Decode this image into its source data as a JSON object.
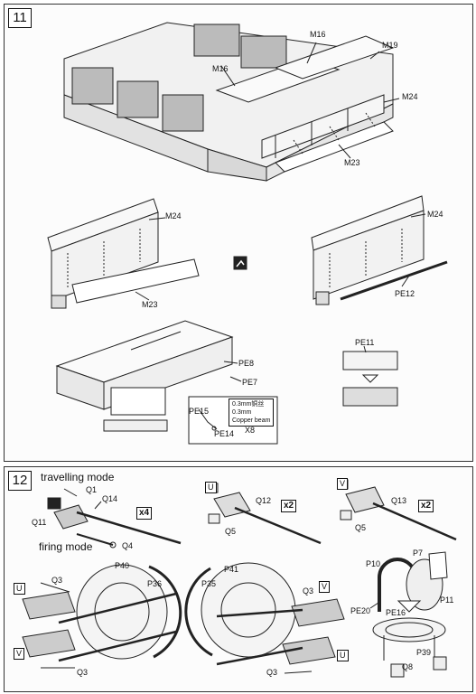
{
  "step11": {
    "number": "11",
    "labels": {
      "m16_top": "M16",
      "m16_mid": "M16",
      "m19": "M19",
      "m24_a": "M24",
      "m23_a": "M23",
      "m24_b": "M24",
      "m23_b": "M23",
      "m24_c": "M24",
      "pe12": "PE12",
      "pe11": "PE11",
      "pe8": "PE8",
      "pe7": "PE7",
      "pe15": "PE15",
      "pe14": "PE14",
      "x8": "X8",
      "note_line1": "0.3mm铜丝",
      "note_line2": "0.3mm",
      "note_line3": "Copper beam"
    }
  },
  "step12": {
    "number": "12",
    "labels": {
      "travelling_mode": "travelling mode",
      "firing_mode": "firing mode",
      "q1": "Q1",
      "q14": "Q14",
      "q11": "Q11",
      "q4": "Q4",
      "qty_4": "x4",
      "u_top": "U",
      "q12": "Q12",
      "q5_a": "Q5",
      "qty_2a": "x2",
      "v_top": "V",
      "q13": "Q13",
      "q5_b": "Q5",
      "qty_2b": "x2",
      "u_left": "U",
      "v_left": "V",
      "q3_a": "Q3",
      "q3_b": "Q3",
      "p40": "P40",
      "p36": "P36",
      "p35": "P35",
      "p41": "P41",
      "q3_c": "Q3",
      "q3_d": "Q3",
      "v_mid": "V",
      "u_mid": "U",
      "p10": "P10",
      "p7": "P7",
      "pe20": "PE20",
      "pe16": "PE16",
      "p11": "P11",
      "p39": "P39",
      "q8": "Q8"
    }
  }
}
